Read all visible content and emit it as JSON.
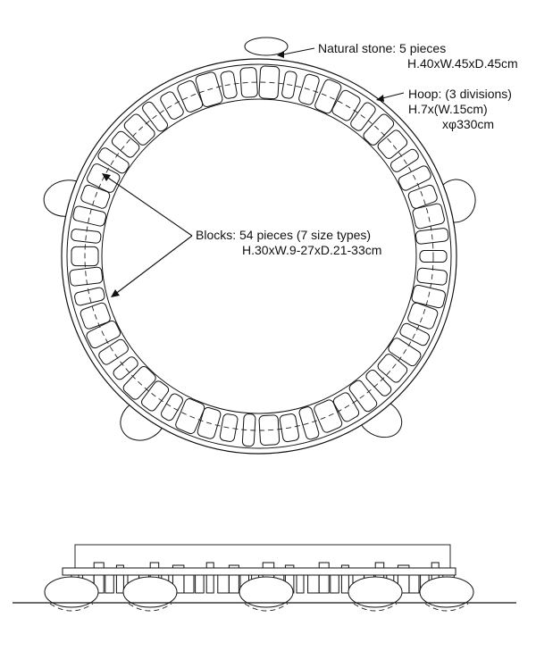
{
  "labels": {
    "natural_stone": {
      "line1": "Natural stone:  5 pieces",
      "line2": "H.40xW.45xD.45cm"
    },
    "hoop": {
      "line1": "Hoop: (3 divisions)",
      "line2": "H.7x(W.15cm)",
      "line3": "xφ330cm"
    },
    "blocks": {
      "line1": "Blocks: 54 pieces (7 size types)",
      "line2": "H.30xW.9-27xD.21-33cm"
    }
  },
  "counts": {
    "stones": 5,
    "blocks": 54
  },
  "colors": {
    "line": "#111111",
    "fill": "#ffffff"
  }
}
